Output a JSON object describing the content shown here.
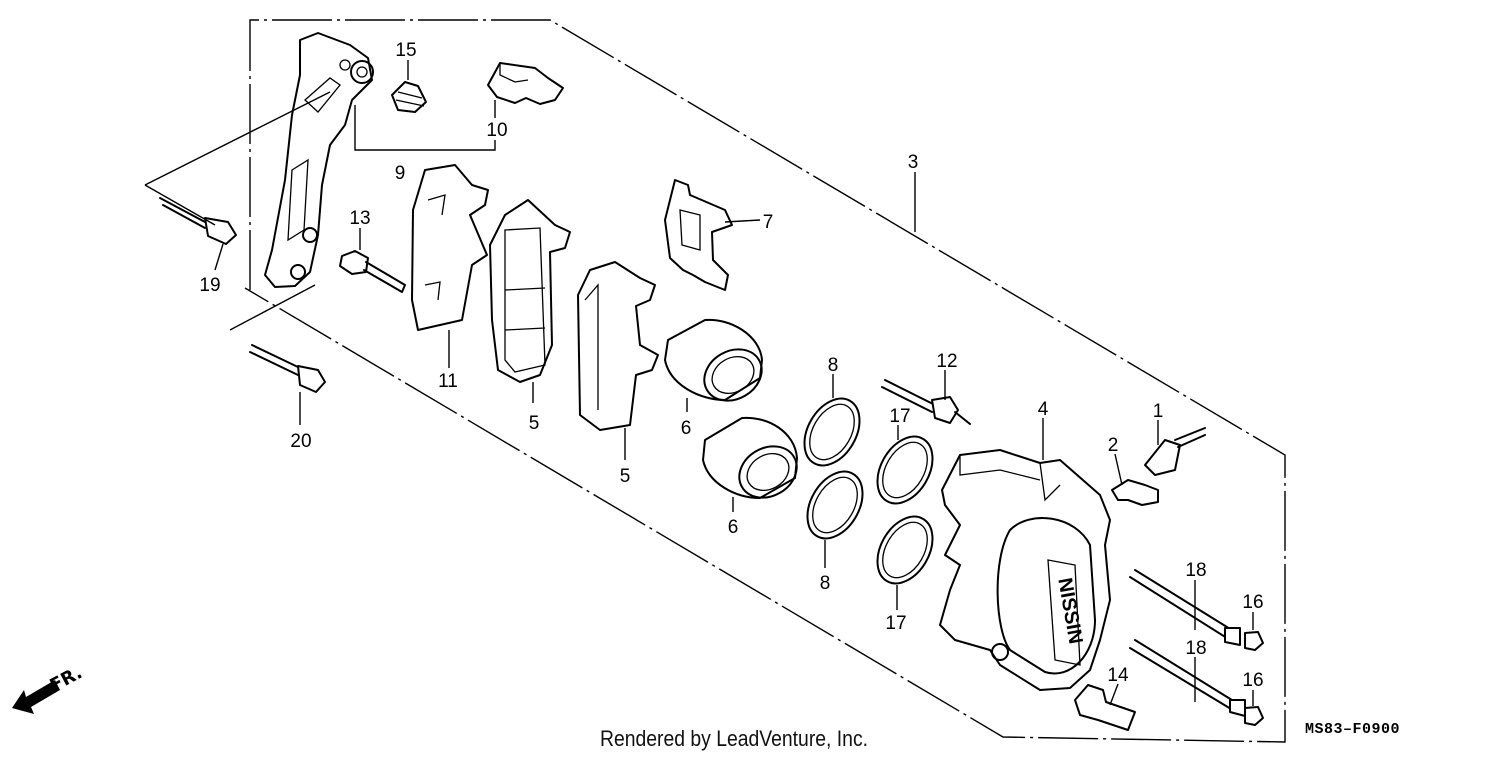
{
  "callouts": {
    "c1": "1",
    "c2": "2",
    "c3": "3",
    "c4": "4",
    "c5a": "5",
    "c5b": "5",
    "c6a": "6",
    "c6b": "6",
    "c7": "7",
    "c8a": "8",
    "c8b": "8",
    "c9": "9",
    "c10": "10",
    "c11": "11",
    "c12": "12",
    "c13": "13",
    "c14": "14",
    "c15": "15",
    "c16a": "16",
    "c16b": "16",
    "c17a": "17",
    "c17b": "17",
    "c18a": "18",
    "c18b": "18",
    "c19": "19",
    "c20": "20"
  },
  "caliper_brand": "NISSIN",
  "direction_label": "FR.",
  "credit": "Rendered by LeadVenture, Inc.",
  "diagram_code": "MS83–F0900"
}
